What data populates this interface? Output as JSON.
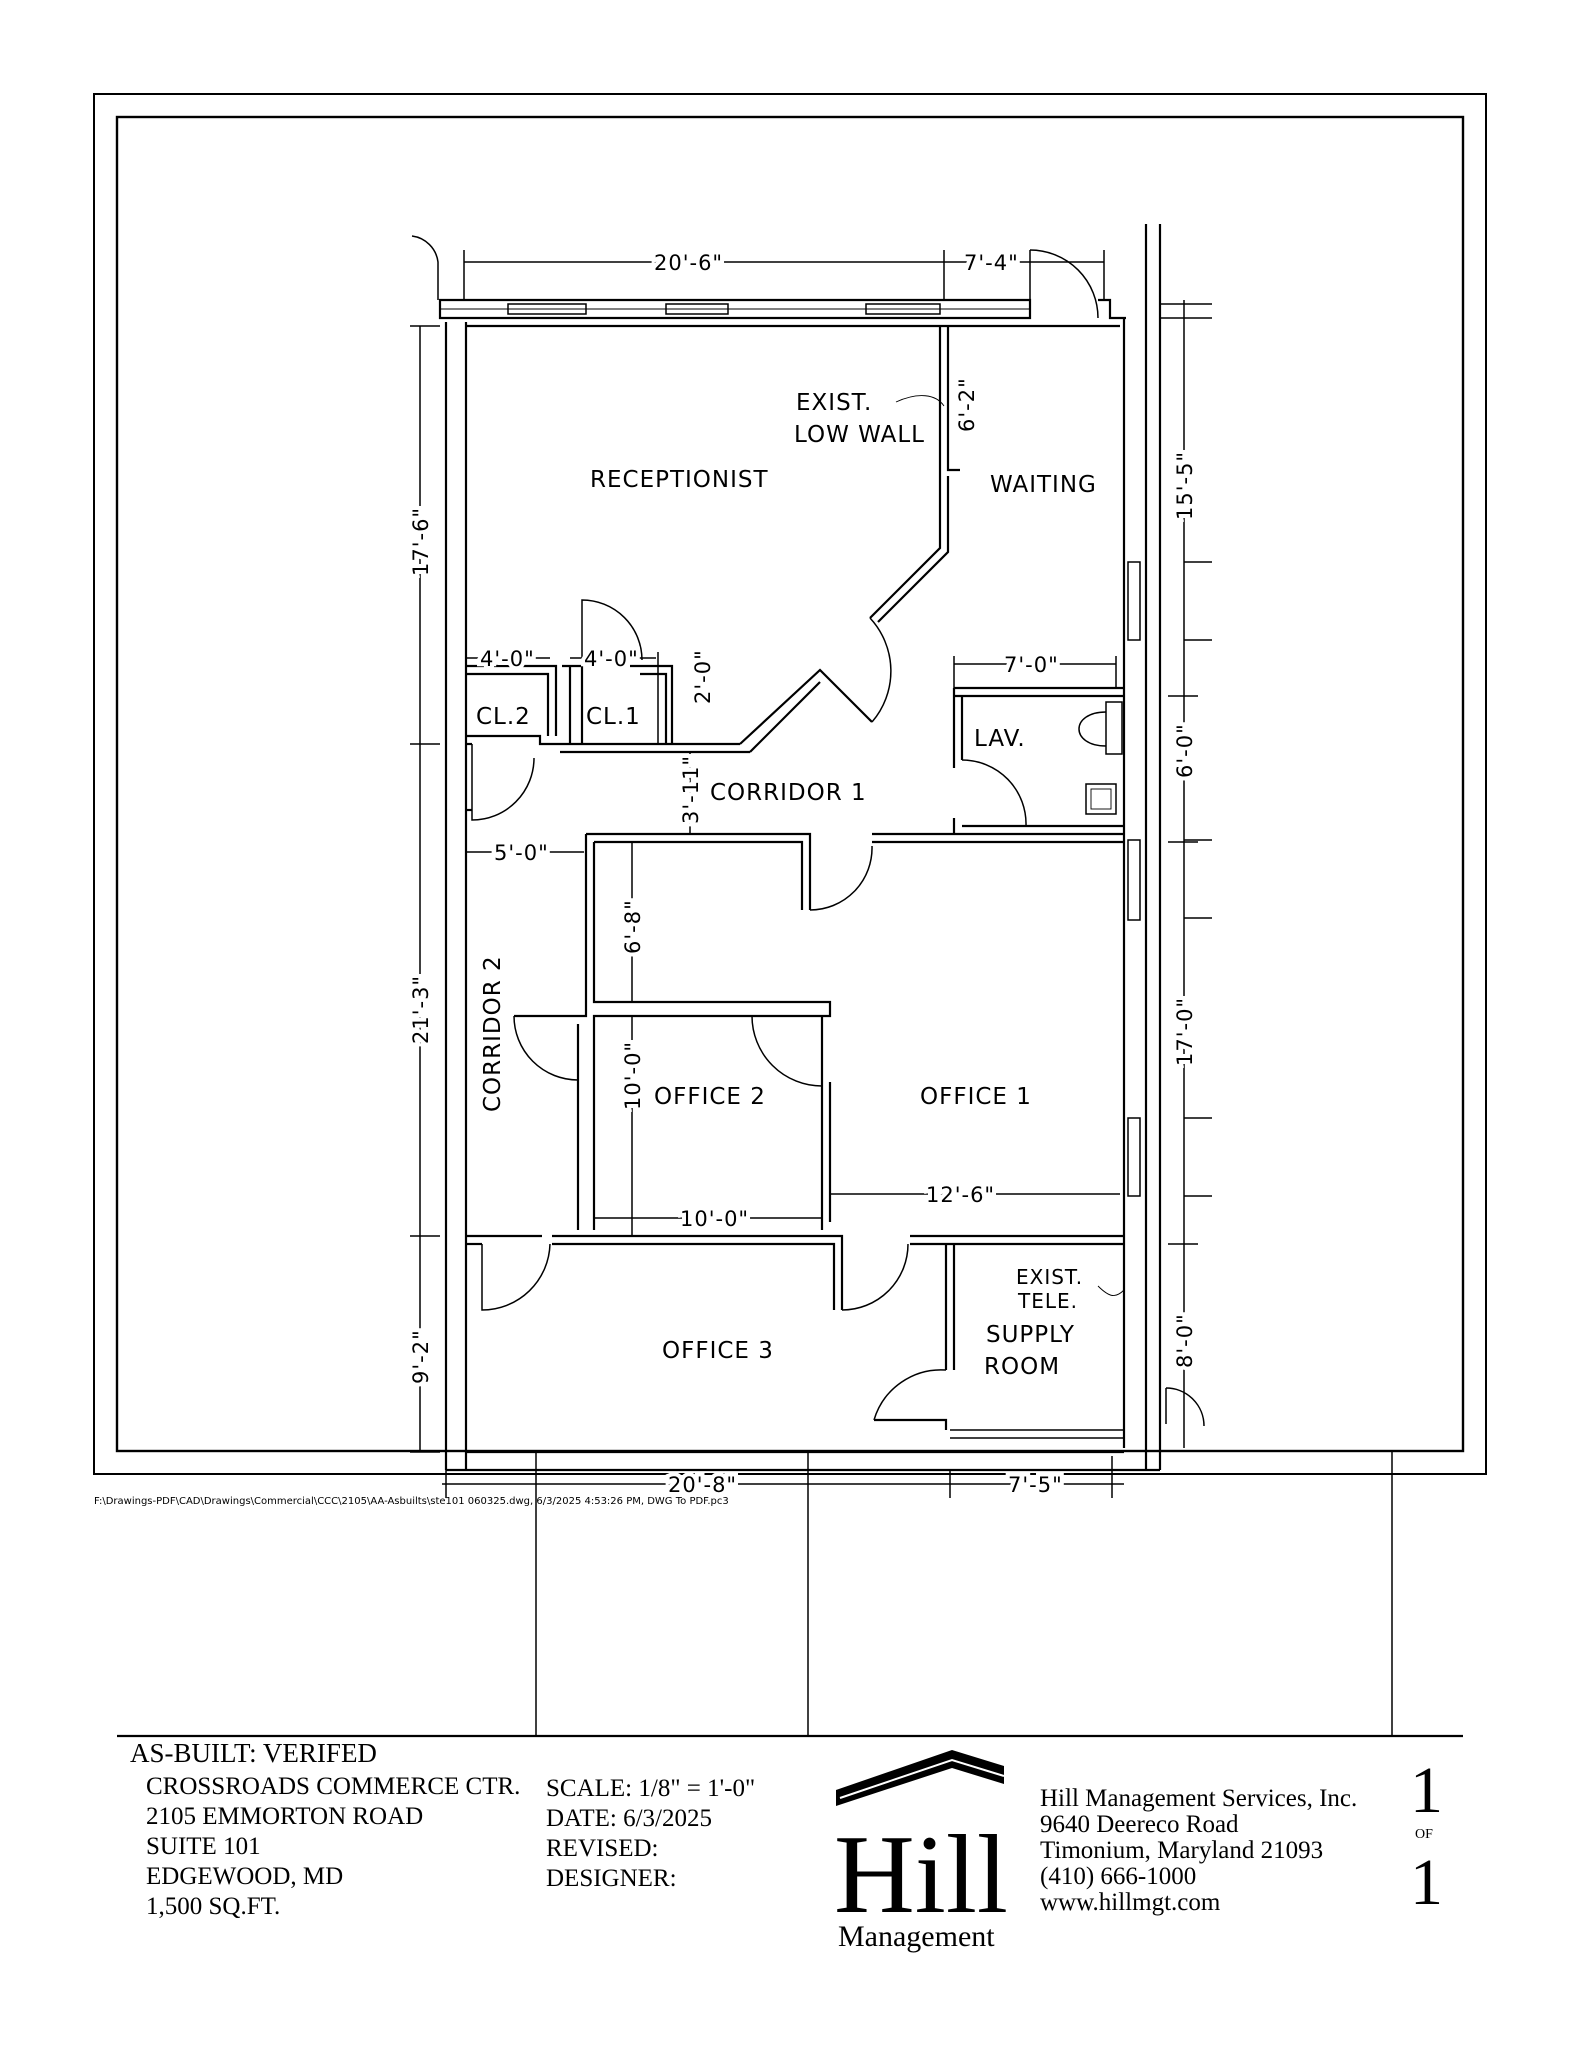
{
  "rooms": {
    "receptionist": "RECEPTIONIST",
    "waiting": "WAITING",
    "exist_low_wall_1": "EXIST.",
    "exist_low_wall_2": "LOW WALL",
    "closet_2": "CL.2",
    "closet_1": "CL.1",
    "lav": "LAV.",
    "corridor_1": "CORRIDOR 1",
    "corridor_2": "CORRIDOR 2",
    "office_1": "OFFICE 1",
    "office_2": "OFFICE 2",
    "office_3": "OFFICE 3",
    "exist_tele_1": "EXIST.",
    "exist_tele_2": "TELE.",
    "supply_room_1": "SUPPLY",
    "supply_room_2": "ROOM"
  },
  "dimensions": {
    "top_left": "20'-6\"",
    "top_right": "7'-4\"",
    "low_wall": "6'-2\"",
    "left_upper": "17'-6\"",
    "left_middle": "21'-3\"",
    "left_lower": "9'-2\"",
    "right_upper": "15'-5\"",
    "right_lav": "6'-0\"",
    "right_office1": "17'-0\"",
    "right_supply": "8'-0\"",
    "closet2_width": "4'-0\"",
    "closet1_width": "4'-0\"",
    "closet_depth": "2'-0\"",
    "lav_width": "7'-0\"",
    "corridor1_width": "3'-11\"",
    "corridor2_width": "5'-0\"",
    "office2_top": "6'-8\"",
    "office2_depth": "10'-0\"",
    "office2_width": "10'-0\"",
    "office1_width": "12'-6\"",
    "bottom_left": "20'-8\"",
    "bottom_right": "7'-5\""
  },
  "title_block": {
    "heading": "AS-BUILT: VERIFED",
    "address_lines": [
      "CROSSROADS COMMERCE CTR.",
      "2105 EMMORTON ROAD",
      "SUITE 101",
      "EDGEWOOD, MD",
      "1,500 SQ.FT."
    ],
    "scale": "SCALE: 1/8\" = 1'-0\"",
    "date": "DATE: 6/3/2025",
    "revised": "REVISED:",
    "designer": "DESIGNER:",
    "logo_word": "Hill",
    "logo_sub": "Management",
    "company_lines": [
      "Hill Management Services, Inc.",
      "9640 Deereco Road",
      "Timonium, Maryland  21093",
      "(410) 666-1000",
      "www.hillmgt.com"
    ],
    "sheet_number": "1",
    "sheet_of": "OF",
    "sheet_total": "1"
  },
  "file_path": "F:\\Drawings-PDF\\CAD\\Drawings\\Commercial\\CCC\\2105\\AA-Asbuilts\\ste101 060325.dwg, 6/3/2025 4:53:26 PM, DWG To PDF.pc3"
}
